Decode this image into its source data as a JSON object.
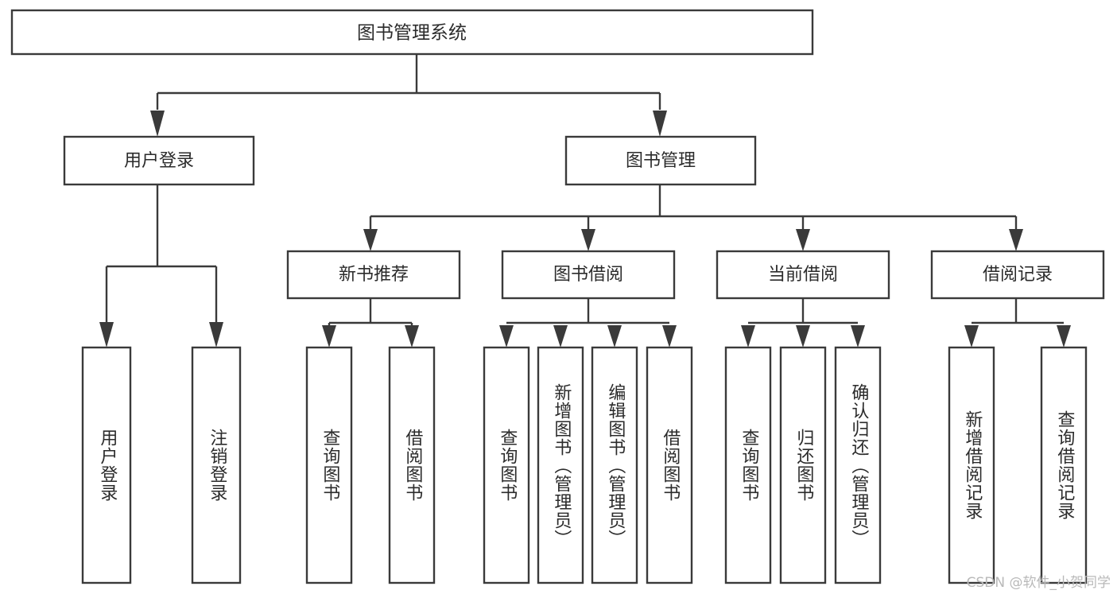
{
  "diagram": {
    "type": "tree",
    "title": "图书管理系统",
    "root": {
      "label": "图书管理系统",
      "level": 1
    },
    "level2": [
      {
        "label": "用户登录"
      },
      {
        "label": "图书管理"
      }
    ],
    "level3": [
      {
        "label": "新书推荐"
      },
      {
        "label": "图书借阅"
      },
      {
        "label": "当前借阅"
      },
      {
        "label": "借阅记录"
      }
    ],
    "leaves": {
      "user_login": [
        {
          "label": "用户登录"
        },
        {
          "label": "注销登录"
        }
      ],
      "new_book_recommend": [
        {
          "label": "查询图书"
        },
        {
          "label": "借阅图书"
        }
      ],
      "book_borrow": [
        {
          "label": "查询图书"
        },
        {
          "label": "新增图书（管理员）"
        },
        {
          "label": "编辑图书（管理员）"
        },
        {
          "label": "借阅图书"
        }
      ],
      "current_borrow": [
        {
          "label": "查询图书"
        },
        {
          "label": "归还图书"
        },
        {
          "label": "确认归还（管理员）"
        }
      ],
      "borrow_record": [
        {
          "label": "新增借阅记录"
        },
        {
          "label": "查询借阅记录"
        }
      ]
    },
    "colors": {
      "stroke": "#3a3a3a",
      "fill": "#ffffff",
      "text": "#2b2b2b",
      "watermark": "#b9b9b9"
    }
  },
  "watermark": {
    "text": "CSDN @软件_小贺同学"
  }
}
